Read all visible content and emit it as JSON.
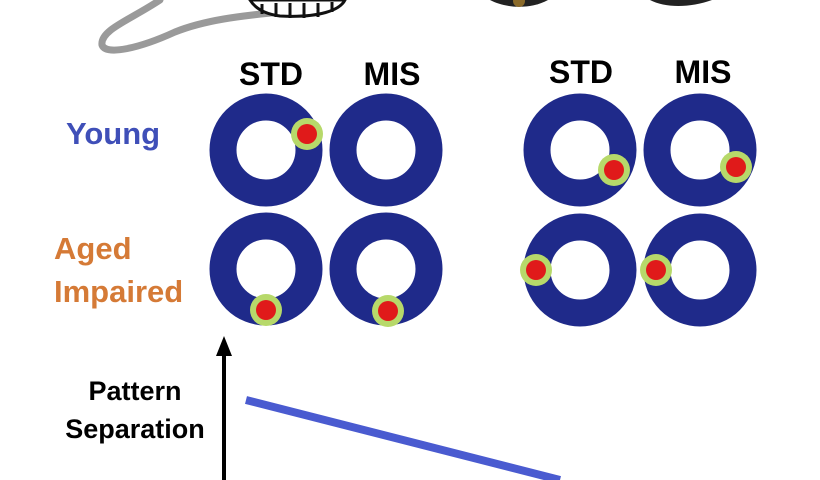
{
  "columns": {
    "left_std": "STD",
    "left_mis": "MIS",
    "right_std": "STD",
    "right_mis": "MIS"
  },
  "rows": {
    "young": "Young",
    "aged_line1": "Aged",
    "aged_line2": "Impaired"
  },
  "axis": {
    "line1": "Pattern",
    "line2": "Separation"
  },
  "colors": {
    "ring": "#1f2a8a",
    "spot_outer": "#b7d96a",
    "spot_inner": "#e01a1a",
    "line": "#4a5bd0",
    "young": "#3f4fb8",
    "aged": "#d57a36"
  }
}
